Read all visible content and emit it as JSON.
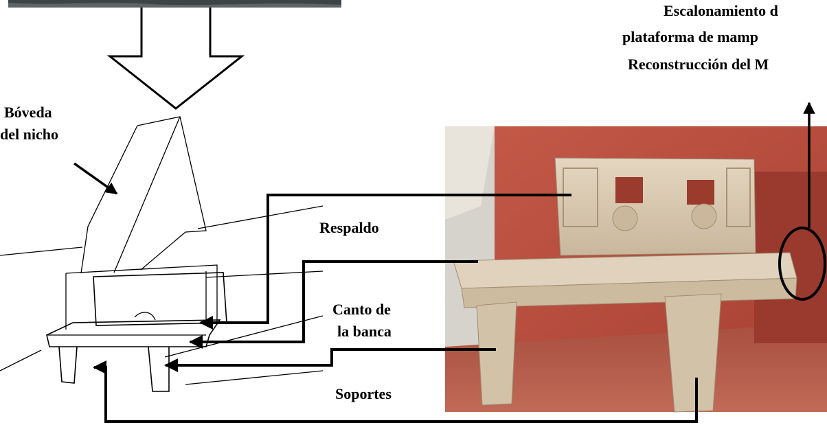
{
  "labels": {
    "boveda": [
      "Bóveda",
      "del nicho"
    ],
    "respaldo": "Respaldo",
    "canto": [
      "Canto de",
      "la banca"
    ],
    "soportes": "Soportes",
    "top_right": [
      "Escalonamiento d",
      "plataforma de mamp",
      "Reconstrucción del M"
    ]
  },
  "colors": {
    "ink": "#000000",
    "wall": "#b84a3a",
    "floor": "#b0503f",
    "stone": "#d8c9b3",
    "photo_top": "#2f3a3a"
  }
}
